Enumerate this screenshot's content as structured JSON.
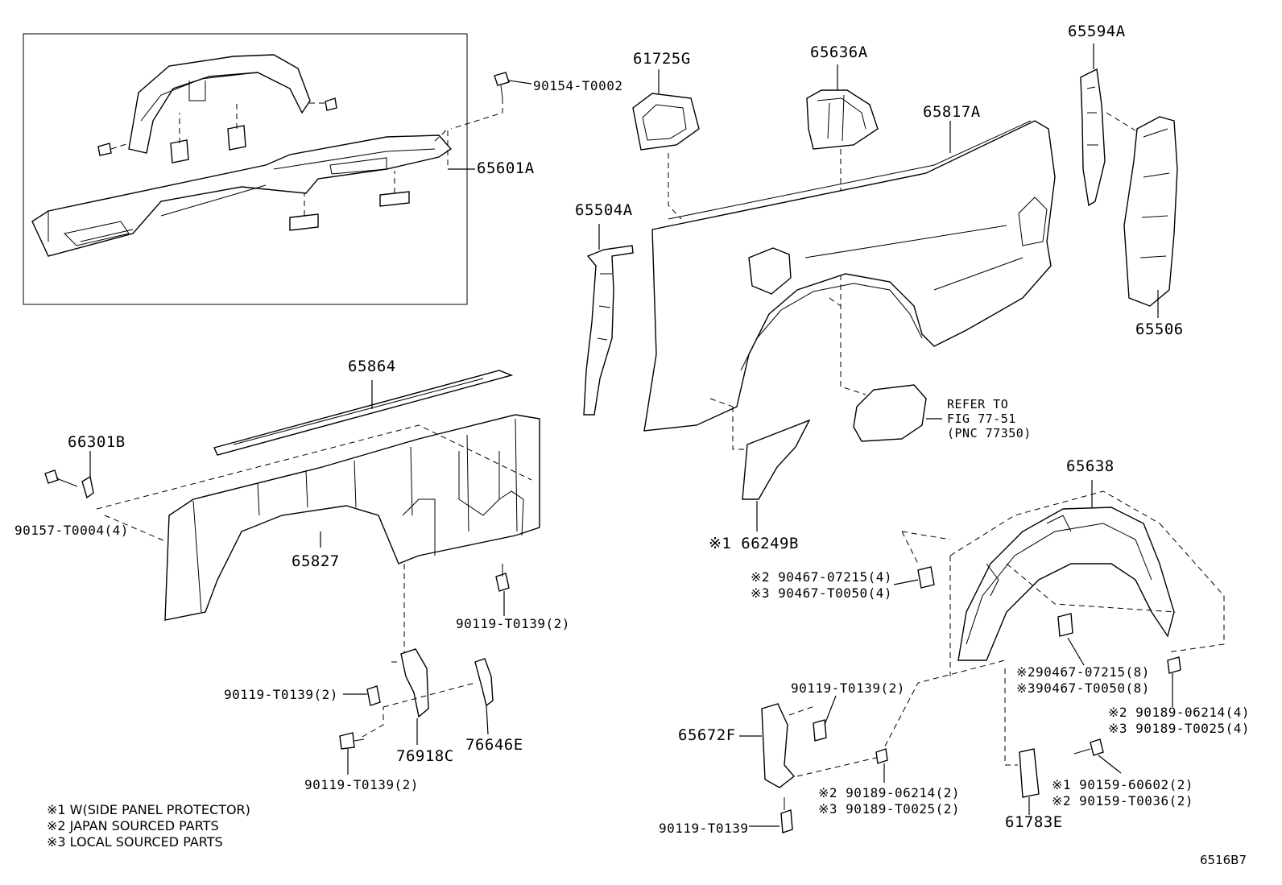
{
  "labels": {
    "p65601A": "65601A",
    "p90154": "90154-T0002",
    "p61725G": "61725G",
    "p65636A": "65636A",
    "p65817A": "65817A",
    "p65594A": "65594A",
    "p65504A": "65504A",
    "p65506": "65506",
    "p65864": "65864",
    "p66301B": "66301B",
    "p90157": "90157-T0004(4)",
    "p65827": "65827",
    "p90119a": "90119-T0139(2)",
    "p90119b": "90119-T0139(2)",
    "p90119c": "90119-T0139(2)",
    "p76918C": "76918C",
    "p76646E": "76646E",
    "p66249B": "※1 66249B",
    "p65638": "65638",
    "p90467a": "※2 90467-07215(4)",
    "p90467b": "※3 90467-T0050(4)",
    "p90467c": "※290467-07215(8)",
    "p90467d": "※390467-T0050(8)",
    "p90189a": "※2 90189-06214(4)",
    "p90189b": "※3 90189-T0025(4)",
    "p90119d": "90119-T0139(2)",
    "p65672F": "65672F",
    "p90189c": "※2 90189-06214(2)",
    "p90189d": "※3 90189-T0025(2)",
    "p90119e": "90119-T0139",
    "p90159a": "※1 90159-60602(2)",
    "p90159b": "※2 90159-T0036(2)",
    "p61783E": "61783E"
  },
  "reference": {
    "line1": "REFER TO",
    "line2": "FIG 77-51",
    "line3": "(PNC 77350)"
  },
  "notes": [
    "※1 W(SIDE PANEL PROTECTOR)",
    "※2 JAPAN SOURCED PARTS",
    "※3 LOCAL SOURCED PARTS"
  ],
  "figure_code": "6516B7"
}
